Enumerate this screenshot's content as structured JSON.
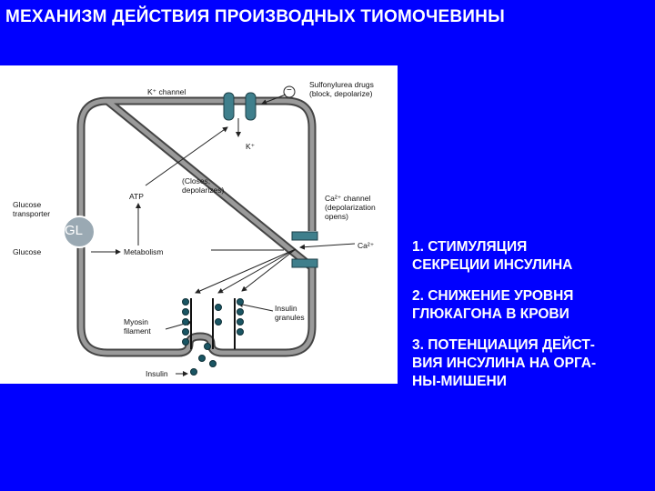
{
  "slide": {
    "title": "МЕХАНИЗМ  ДЕЙСТВИЯ ПРОИЗВОДНЫХ ТИОМОЧЕВИНЫ"
  },
  "diagram": {
    "labels": {
      "k_channel": "K⁺ channel",
      "sulfonylurea": "Sulfonylurea drugs\n(block, depolarize)",
      "minus_sign": "−",
      "k_ion": "K⁺",
      "closes": "(Closes,\ndepolarizes)",
      "atp": "ATP",
      "ca_channel": "Ca²⁺ channel\n(depolarization\nopens)",
      "glucose_transporter": "Glucose\ntransporter",
      "glut_abbrev": "GL",
      "glucose": "Glucose",
      "metabolism": "Metabolism",
      "ca_ion": "Ca²⁺",
      "insulin_granules": "Insulin\ngranules",
      "myosin_filament": "Myosin\nfilament",
      "insulin": "Insulin"
    }
  },
  "points": [
    "1. СТИМУЛЯЦИЯ\nСЕКРЕЦИИ ИНСУЛИНА",
    "2. СНИЖЕНИЕ УРОВНЯ\nГЛЮКАГОНА В КРОВИ",
    "3. ПОТЕНЦИАЦИЯ ДЕЙСТ-\nВИЯ ИНСУЛИНА НА ОРГА-\nНЫ-МИШЕНИ"
  ],
  "colors": {
    "background": "#0000ff",
    "membrane": "#5a5a5a",
    "channel": "#3f7f8c",
    "granule": "#1a5563"
  }
}
